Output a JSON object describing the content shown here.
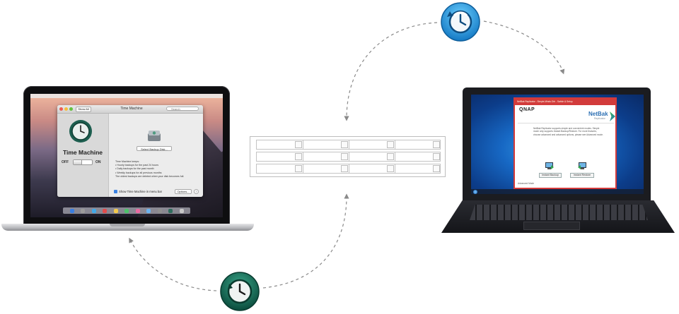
{
  "mac": {
    "window_title": "Time Machine",
    "show_all": "Show All",
    "search_placeholder": "Search",
    "app_name": "Time Machine",
    "toggle_off": "OFF",
    "toggle_on": "ON",
    "select_disk": "Select Backup Disk...",
    "info_lines": [
      "Time Machine keeps:",
      "• Hourly backups for the past 24 hours",
      "• Daily backups for the past month",
      "• Weekly backups for all previous months",
      "The oldest backups are deleted when your disk becomes full."
    ],
    "show_in_menubar": "Show Time Machine in menu bar",
    "options": "Options...",
    "help": "?"
  },
  "windows": {
    "window_title": "NetBak Replicator - Simple-Minds.Orb - Switch & Setup",
    "brand": "QNAP",
    "logo_main": "NetBak",
    "logo_sub": "Replicator",
    "description": "NetBak Replicator supports simple and convenient modes. Simple mode only supports Instant Backup/Restore. For more features, choose advanced and advanced options, please see Advanced mode.",
    "backup_button": "Instant Backup",
    "restore_button": "Instant Restore",
    "advanced_link": "Advanced Mode"
  },
  "colors": {
    "badge_blue": "#1a8fd6",
    "badge_green": "#0d5a4a",
    "arrow_gray": "#8a8a8a",
    "netbak_red": "#d23b3b"
  },
  "icons": [
    "time-machine-icon",
    "backup-disk-icon",
    "clock-badge-icon",
    "time-machine-badge-icon",
    "netbak-logo-icon"
  ]
}
